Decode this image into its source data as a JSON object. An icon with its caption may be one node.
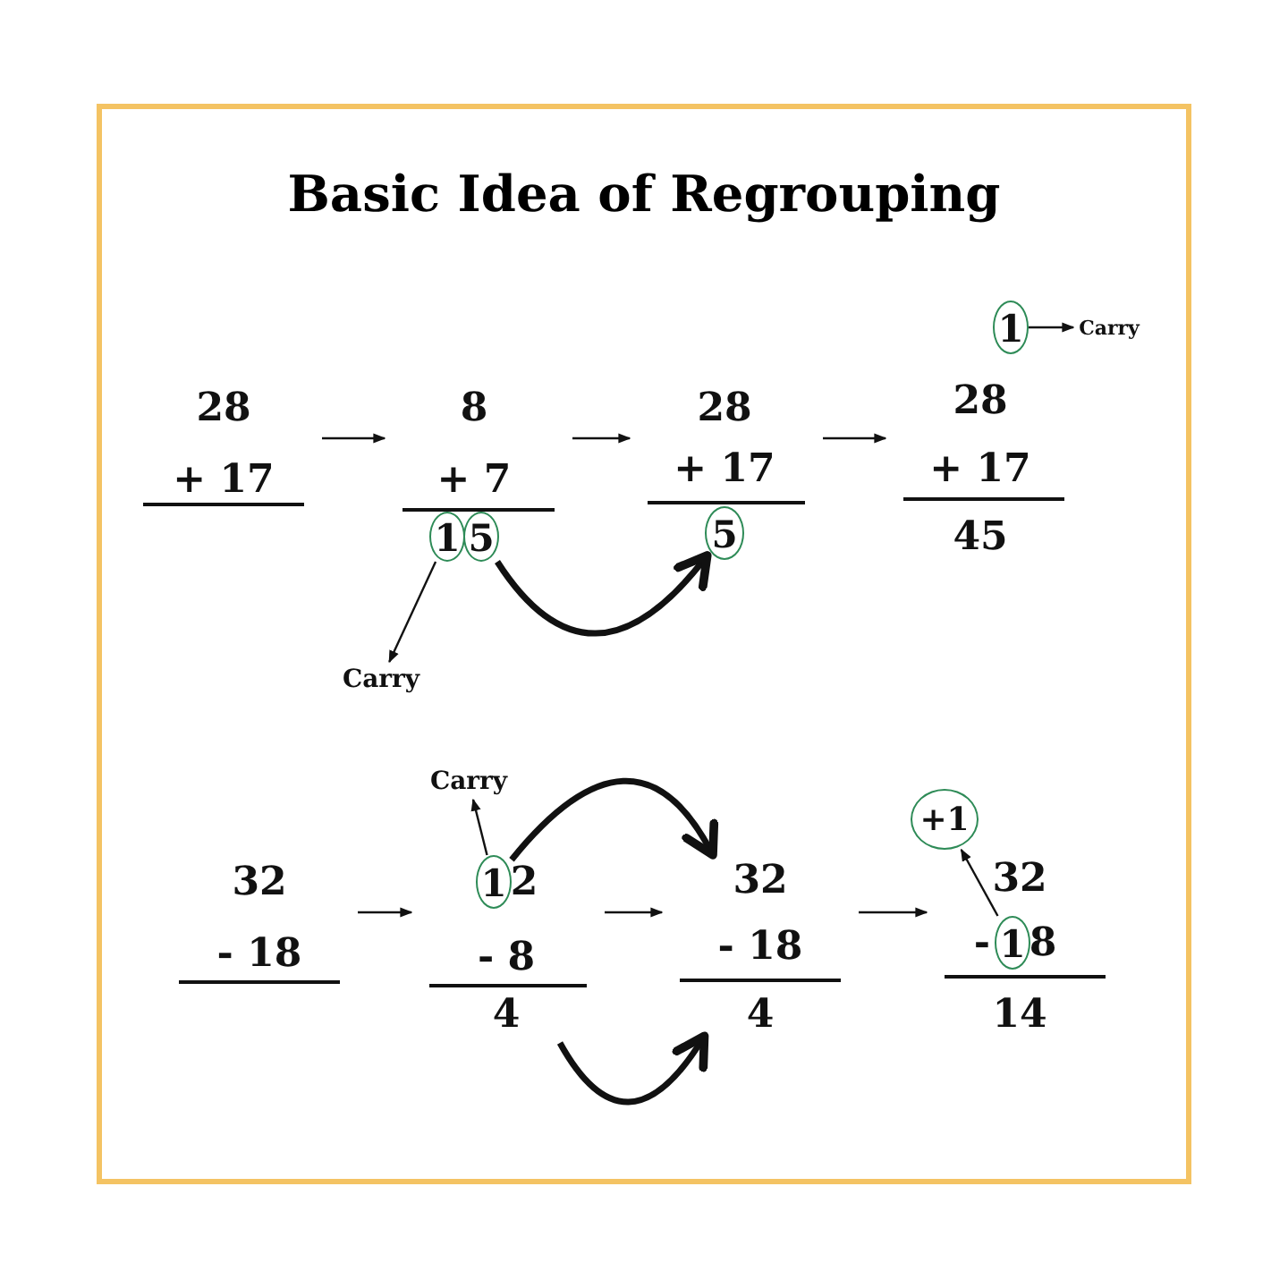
{
  "diagram": {
    "title": "Basic Idea of Regrouping",
    "nodes": [
      {
        "text": [
          "28",
          "+ 17"
        ]
      },
      {
        "text": [
          "8",
          "+ 7"
        ]
      },
      {
        "text": [
          "1"
        ],
        "in": 1
      },
      {
        "text": [
          "5"
        ],
        "in": 1
      },
      {
        "text": [
          "28",
          "+ 17"
        ]
      },
      {
        "text": [
          "5"
        ],
        "in": 4
      },
      {
        "text": [
          "28",
          "+ 17",
          "45"
        ]
      },
      {
        "text": [
          "1"
        ]
      },
      {
        "text": [
          "Carry"
        ]
      },
      {
        "text": [
          "Carry"
        ]
      },
      {
        "text": [
          "32",
          "- 18"
        ]
      },
      {
        "text": [
          "2",
          "- 8",
          "4"
        ]
      },
      {
        "text": [
          "1"
        ],
        "in": 11
      },
      {
        "text": [
          "Carry"
        ]
      },
      {
        "text": [
          "32",
          "- 18",
          "4"
        ]
      },
      {
        "text": [
          "32",
          "-",
          "8",
          "14"
        ]
      },
      {
        "text": [
          "+1"
        ]
      },
      {
        "text": [
          "1"
        ],
        "in": 15
      }
    ],
    "edges": [
      {
        "from": 0,
        "to": 1,
        "arrow": "to"
      },
      {
        "from": 1,
        "to": 4,
        "arrow": "to"
      },
      {
        "from": 4,
        "to": 6,
        "arrow": "to"
      },
      {
        "from": 7,
        "to": 8,
        "arrow": "to"
      },
      {
        "from": 2,
        "to": 9,
        "arrow": "to"
      },
      {
        "from": 3,
        "to": 5,
        "arrow": "to",
        "style": "thick"
      },
      {
        "from": 10,
        "to": 11,
        "arrow": "to"
      },
      {
        "from": 11,
        "to": 14,
        "arrow": "to"
      },
      {
        "from": 14,
        "to": 15,
        "arrow": "to"
      },
      {
        "from": 12,
        "to": 13,
        "arrow": "to"
      },
      {
        "from": 12,
        "to": 14,
        "arrow": "to",
        "style": "thick"
      },
      {
        "from": 11,
        "to": 14,
        "arrow": "to",
        "style": "thick"
      },
      {
        "from": 17,
        "to": 16,
        "arrow": "to"
      }
    ]
  }
}
